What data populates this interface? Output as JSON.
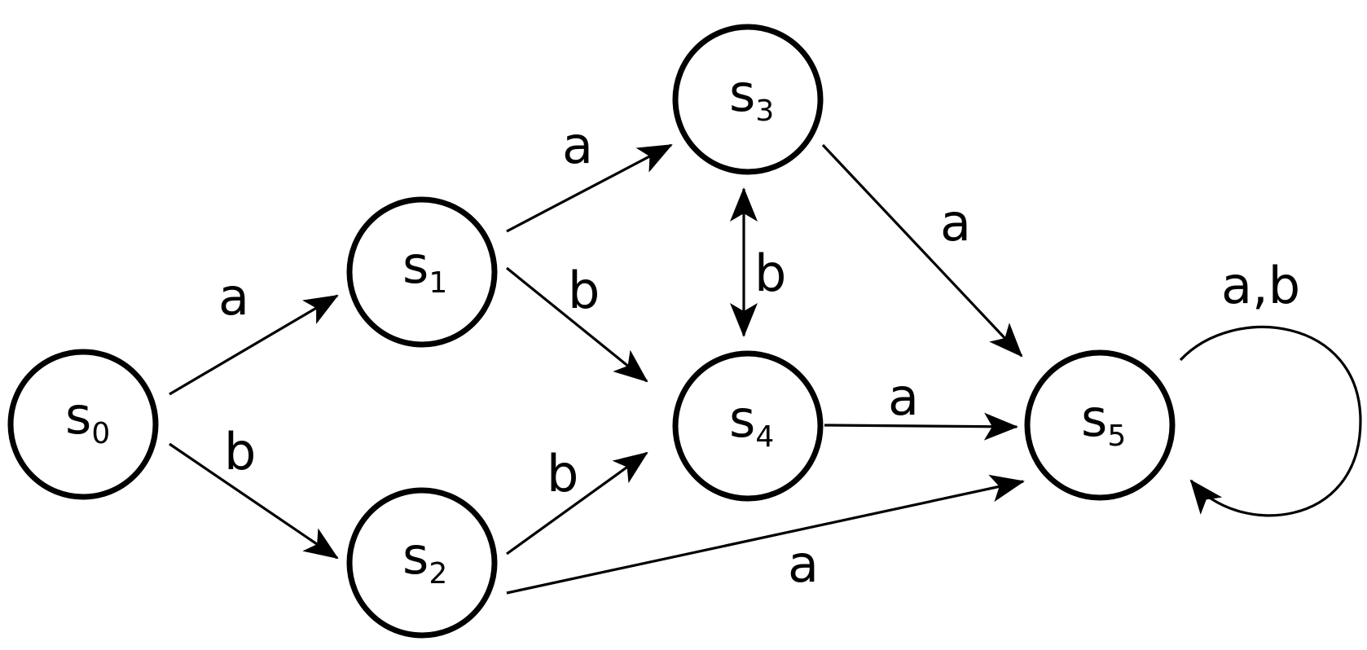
{
  "diagram": {
    "states": [
      {
        "id": "s0",
        "main": "s",
        "sub": "0"
      },
      {
        "id": "s1",
        "main": "s",
        "sub": "1"
      },
      {
        "id": "s2",
        "main": "s",
        "sub": "2"
      },
      {
        "id": "s3",
        "main": "s",
        "sub": "3"
      },
      {
        "id": "s4",
        "main": "s",
        "sub": "4"
      },
      {
        "id": "s5",
        "main": "s",
        "sub": "5"
      }
    ],
    "transitions": [
      {
        "from": "s0",
        "to": "s1",
        "label": "a"
      },
      {
        "from": "s0",
        "to": "s2",
        "label": "b"
      },
      {
        "from": "s1",
        "to": "s3",
        "label": "a"
      },
      {
        "from": "s1",
        "to": "s4",
        "label": "b"
      },
      {
        "from": "s2",
        "to": "s4",
        "label": "b"
      },
      {
        "from": "s2",
        "to": "s5",
        "label": "a"
      },
      {
        "from": "s3",
        "to": "s5",
        "label": "a"
      },
      {
        "from": "s3",
        "to": "s4",
        "label": "b",
        "bidirectional": true
      },
      {
        "from": "s4",
        "to": "s5",
        "label": "a"
      },
      {
        "from": "s5",
        "to": "s5",
        "label": "a,b"
      }
    ]
  }
}
